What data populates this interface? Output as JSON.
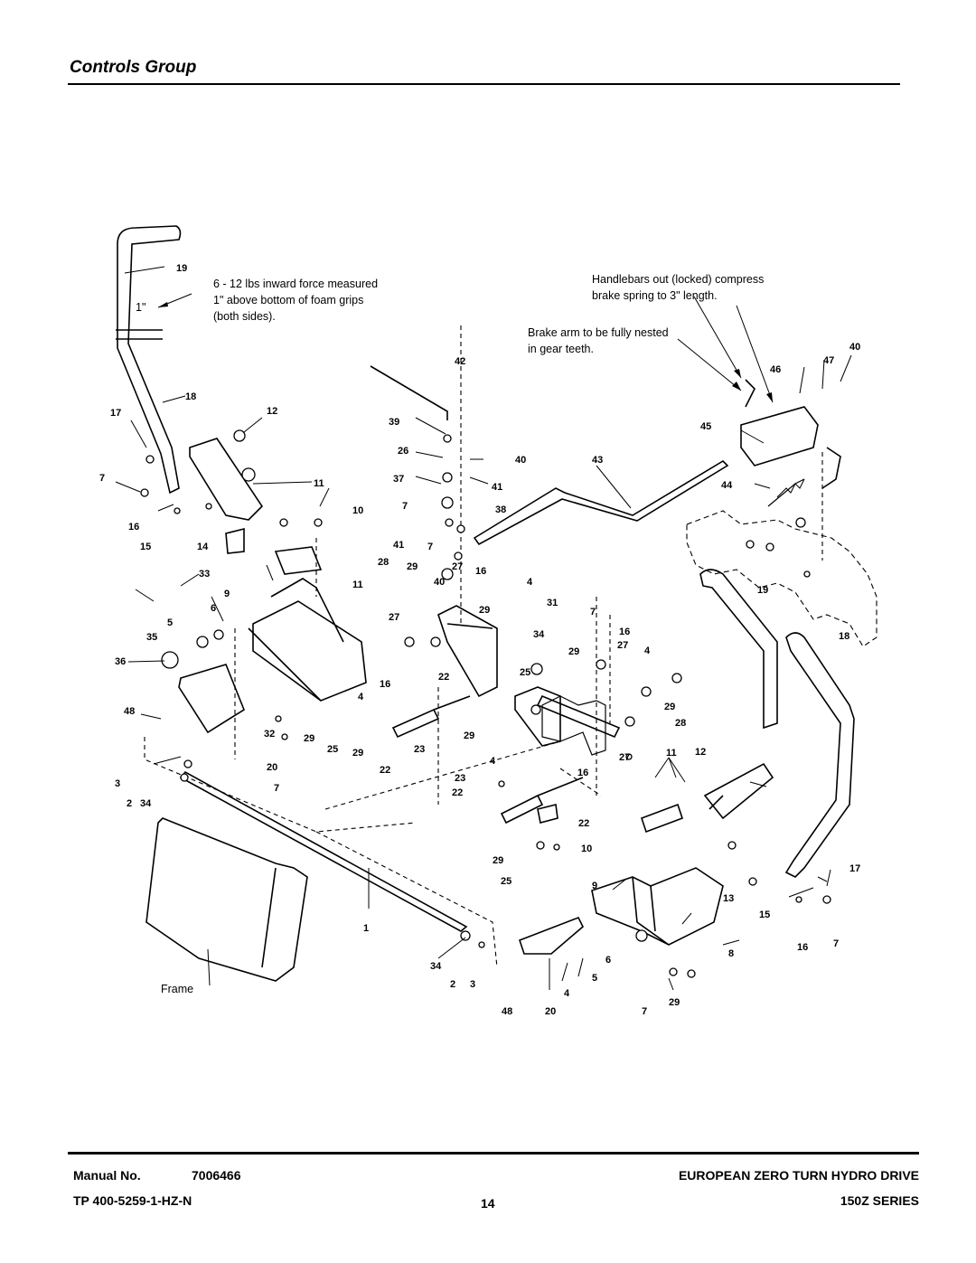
{
  "page": {
    "title": "Controls Group"
  },
  "diagram": {
    "notes": {
      "force_line1": "6 - 12 lbs inward force measured",
      "force_line2": "1\" above bottom of foam grips",
      "force_line3": "(both sides).",
      "handlebar_line1": "Handlebars out (locked) compress",
      "handlebar_line2": "brake spring to 3\" length.",
      "brake_line1": "Brake arm to be fully nested",
      "brake_line2": "in gear teeth.",
      "one_inch": "1\"",
      "frame": "Frame"
    },
    "callouts": [
      "19",
      "18",
      "17",
      "12",
      "7",
      "11",
      "10",
      "16",
      "15",
      "14",
      "33",
      "9",
      "6",
      "5",
      "35",
      "36",
      "48",
      "32",
      "29",
      "25",
      "29",
      "20",
      "7",
      "3",
      "2",
      "34",
      "1",
      "42",
      "39",
      "26",
      "40",
      "41",
      "37",
      "38",
      "7",
      "41",
      "7",
      "28",
      "29",
      "27",
      "16",
      "40",
      "11",
      "27",
      "29",
      "31",
      "4",
      "34",
      "7",
      "16",
      "4",
      "22",
      "16",
      "25",
      "29",
      "27",
      "4",
      "27",
      "29",
      "22",
      "23",
      "4",
      "29",
      "28",
      "16",
      "22",
      "23",
      "22",
      "27",
      "29",
      "11",
      "12",
      "16",
      "10",
      "29",
      "25",
      "9",
      "6",
      "34",
      "2",
      "3",
      "48",
      "20",
      "4",
      "5",
      "7",
      "29",
      "13",
      "15",
      "16",
      "8",
      "17",
      "7",
      "45",
      "46",
      "47",
      "40",
      "43",
      "44",
      "19",
      "18"
    ]
  },
  "footer": {
    "manual_label": "Manual No.",
    "manual_number": "7006466",
    "tp_number": "TP 400-5259-1-HZ-N",
    "page_number": "14",
    "product_line": "EUROPEAN ZERO TURN HYDRO DRIVE",
    "series": "150Z SERIES"
  }
}
